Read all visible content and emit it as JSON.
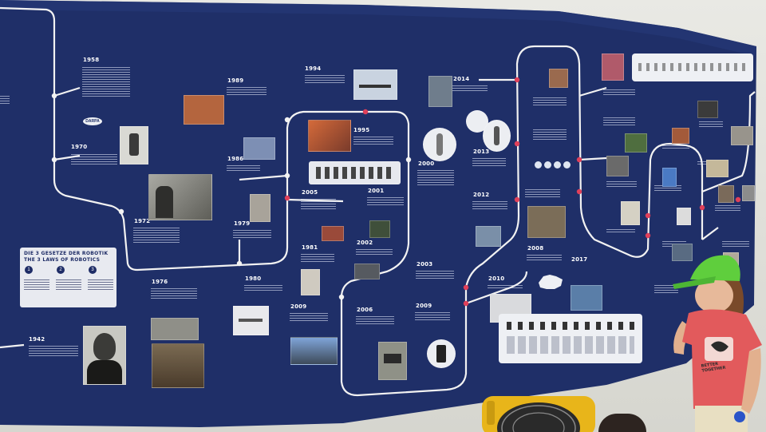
{
  "scene": {
    "banner_color": "#1f2f68",
    "timeline_line_color": "#f2f2f2",
    "node_color": "#e0405a"
  },
  "years": {
    "y1958": "1958",
    "y1970": "1970",
    "y1972": "1972",
    "y1976": "1976",
    "y1942": "1942",
    "y1989": "1989",
    "y1986": "1986",
    "y1979": "1979",
    "y1980": "1980",
    "y1994": "1994",
    "y1995": "1995",
    "y2005": "2005",
    "y2001": "2001",
    "y1981": "1981",
    "y2002": "2002",
    "y2000": "2000",
    "y2009a": "2009",
    "y2006": "2006",
    "y2009b": "2009",
    "y2003": "2003",
    "y2014": "2014",
    "y2013": "2013",
    "y2012": "2012",
    "y2008": "2008",
    "y2010": "2010",
    "y2017": "2017"
  },
  "laws_box": {
    "title_de": "DIE 3 GESETZE DER ROBOTIK",
    "title_en": "THE 3 LAWS OF ROBOTICS",
    "n1": "1",
    "n2": "2",
    "n3": "3"
  },
  "logo_text": "DARPA",
  "shirt_text": "BETTER TOGETHER"
}
